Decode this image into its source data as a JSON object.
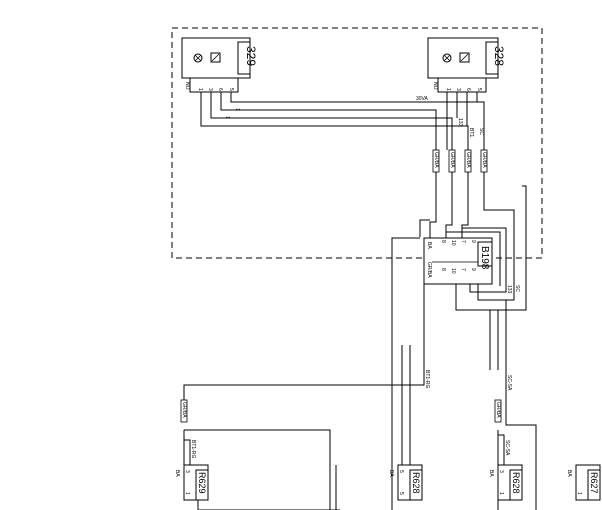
{
  "diagram": {
    "components": [
      {
        "id": "329",
        "pins": [
          "NO",
          "1",
          "3",
          "6",
          "5"
        ]
      },
      {
        "id": "328",
        "pins": [
          "NO",
          "1",
          "3",
          "6",
          "5"
        ]
      },
      {
        "id": "B198",
        "pins_top": [
          "8",
          "10",
          "7",
          "9"
        ],
        "pins_bottom": [
          "8",
          "10",
          "7",
          "9"
        ],
        "label": "BA",
        "label_alt": "GR/BA"
      },
      {
        "id": "R629",
        "label": "BA",
        "pins": [
          "3",
          "1"
        ]
      },
      {
        "id": "R628a",
        "text": "R628",
        "label": "BA",
        "pins": [
          "5",
          "5"
        ]
      },
      {
        "id": "R628b",
        "text": "R628",
        "label": "BA",
        "pins": [
          "3",
          "1"
        ]
      },
      {
        "id": "R627",
        "label": "BA",
        "pins": [
          "1"
        ]
      }
    ],
    "wire_labels": {
      "w_top": "30VA",
      "w1": "1",
      "w2": "1",
      "w3": "133",
      "w4": "BT1",
      "w5": "SC",
      "w6": "BT1-RG",
      "w7": "SC-SA",
      "w8": "BT1-RG",
      "w9": "SC-SA",
      "w10": "BT1",
      "w11": "133",
      "w12": "SC",
      "w13": "133",
      "w14": "BT1",
      "w15": "1"
    },
    "connector_tags": [
      "GR/BA",
      "GR/BA",
      "GR/BA",
      "GR/BA",
      "GR/BA",
      "GR/BA"
    ]
  }
}
